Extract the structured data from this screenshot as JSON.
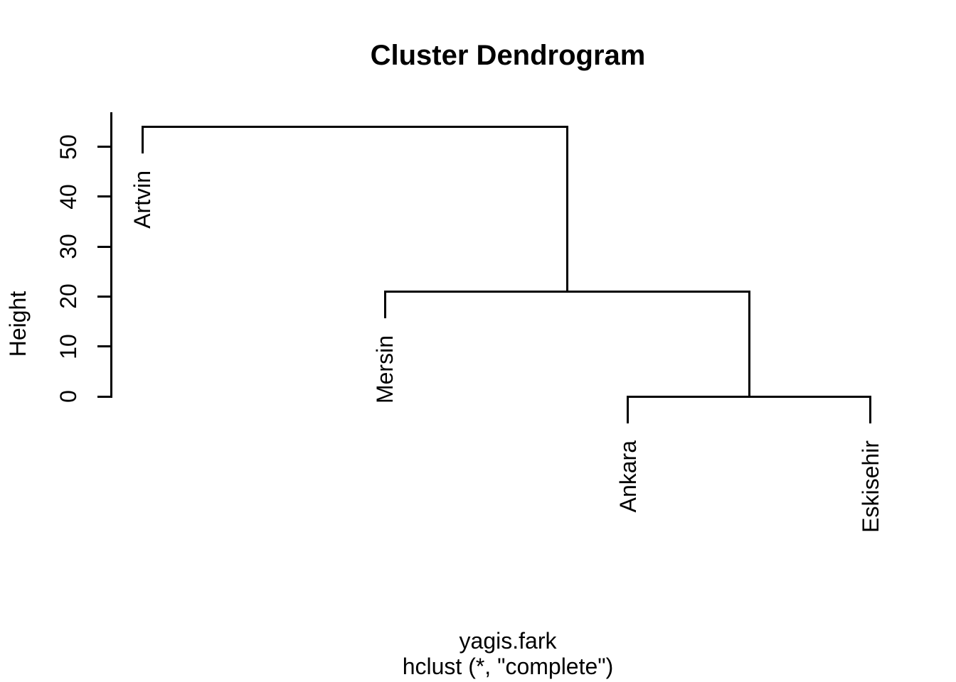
{
  "chart_data": {
    "type": "dendrogram",
    "title": "Cluster Dendrogram",
    "ylabel": "Height",
    "xlabel_lines": [
      "yagis.fark",
      "hclust (*, \"complete\")"
    ],
    "dataset_name": "yagis.fark",
    "linkage_method": "complete",
    "leaves": [
      "Artvin",
      "Mersin",
      "Ankara",
      "Eskisehir"
    ],
    "yticks": [
      0,
      10,
      20,
      30,
      40,
      50
    ],
    "ylim": [
      0,
      56
    ],
    "merge_heights": [
      0,
      21,
      54
    ],
    "tree": {
      "height": 54,
      "children": [
        "Artvin",
        {
          "height": 21,
          "children": [
            "Mersin",
            {
              "height": 0,
              "children": [
                "Ankara",
                "Eskisehir"
              ]
            }
          ]
        }
      ]
    },
    "legend": "none",
    "grid": false
  },
  "style": {
    "line_color": "#000000",
    "text_color": "#000000",
    "background": "#ffffff"
  }
}
